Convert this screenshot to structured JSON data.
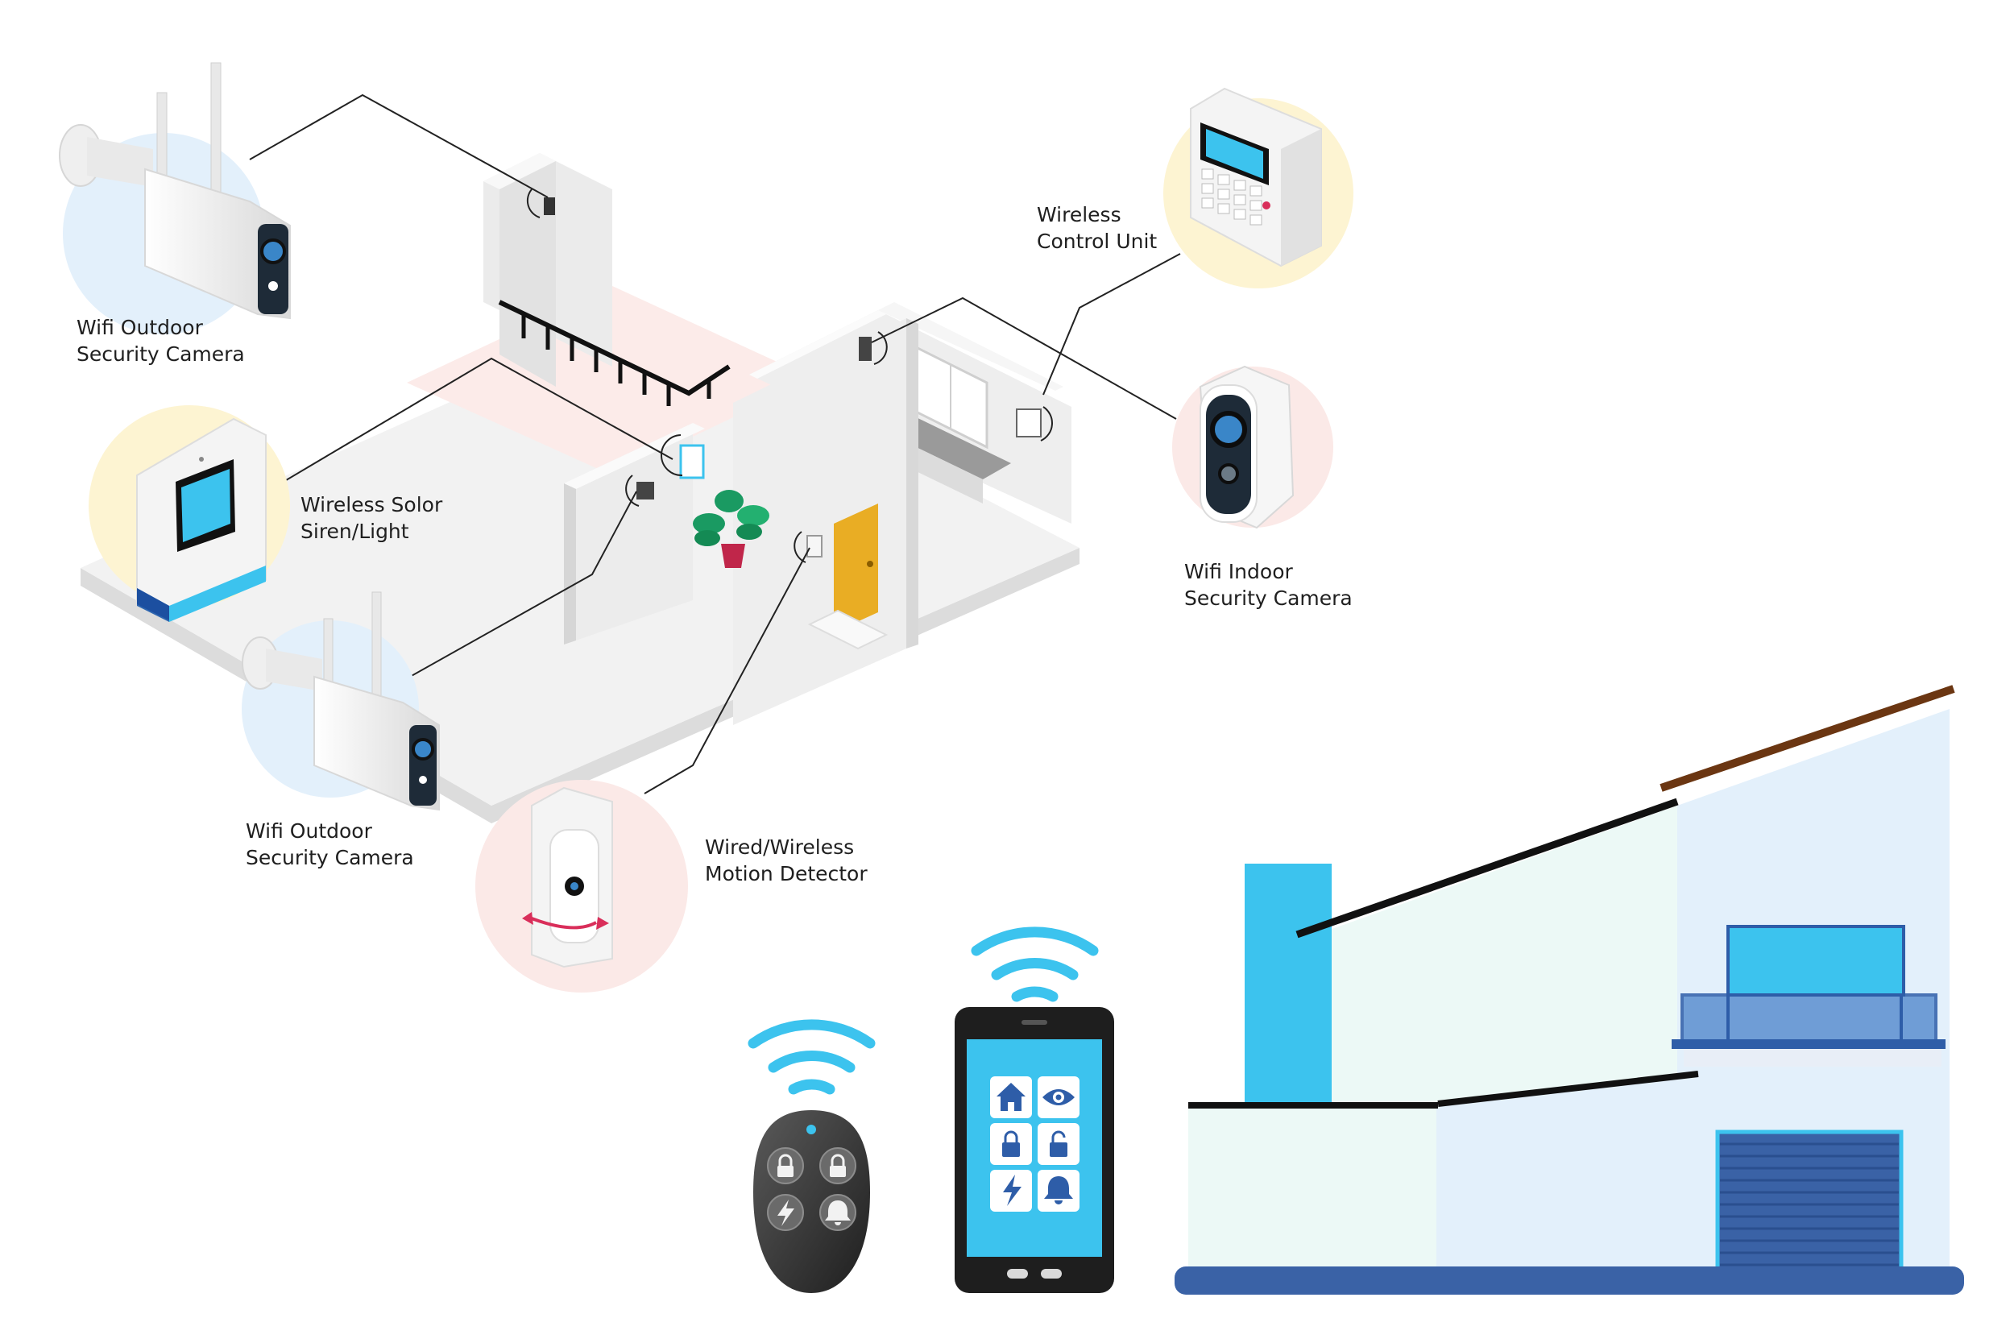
{
  "labels": {
    "outdoor_camera_top": [
      "Wifi Outdoor",
      "Security Camera"
    ],
    "siren_light": [
      "Wireless Solor",
      "Siren/Light"
    ],
    "outdoor_camera_bottom": [
      "Wifi Outdoor",
      "Security Camera"
    ],
    "motion_detector": [
      "Wired/Wireless",
      "Motion Detector"
    ],
    "control_unit": [
      "Wireless",
      "Control Unit"
    ],
    "indoor_camera": [
      "Wifi Indoor",
      "Security Camera"
    ]
  },
  "icons": {
    "remote_buttons": [
      "lock-icon",
      "lock-icon",
      "lightning-icon",
      "bell-icon"
    ],
    "phone_app_tiles": [
      "home-icon",
      "eye-icon",
      "lock-icon",
      "unlock-icon",
      "lightning-icon",
      "bell-icon"
    ]
  },
  "colors": {
    "accent_blue": "#3cc3ee",
    "device_white": "#f4f4f4",
    "bubble_blue": "#e3f0fb",
    "bubble_yellow": "#fdf4d2",
    "bubble_pink": "#fbe9e7",
    "door_yellow": "#e9ad24",
    "house_navy": "#3a62a6"
  }
}
